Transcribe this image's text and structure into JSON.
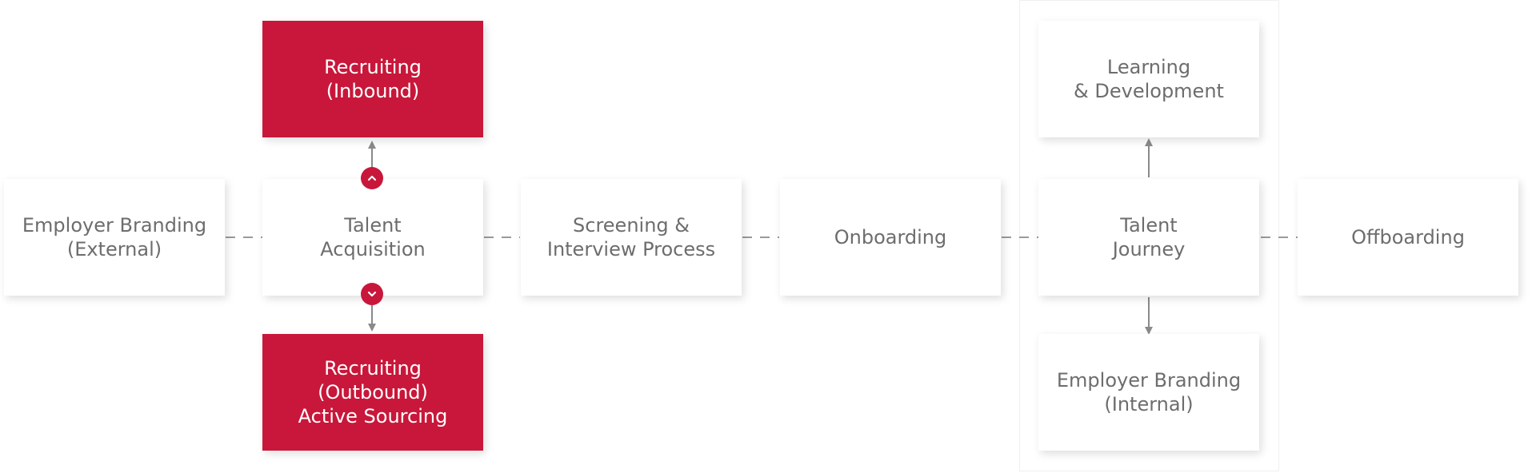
{
  "nodes": {
    "employer_branding_external": "Employer Branding\n(External)",
    "talent_acquisition": "Talent\nAcquisition",
    "recruiting_inbound": "Recruiting\n(Inbound)",
    "recruiting_outbound": "Recruiting (Outbound)\nActive Sourcing",
    "screening": "Screening &\nInterview Process",
    "onboarding": "Onboarding",
    "talent_journey": "Talent\nJourney",
    "learning_development": "Learning\n& Development",
    "employer_branding_internal": "Employer Branding\n(Internal)",
    "offboarding": "Offboarding"
  },
  "colors": {
    "accent": "#c8173a",
    "box_text": "#6d6d6d",
    "connector": "#8a8a8a"
  },
  "icons": {
    "expand_up": "chevron-up-icon",
    "expand_down": "chevron-down-icon"
  }
}
